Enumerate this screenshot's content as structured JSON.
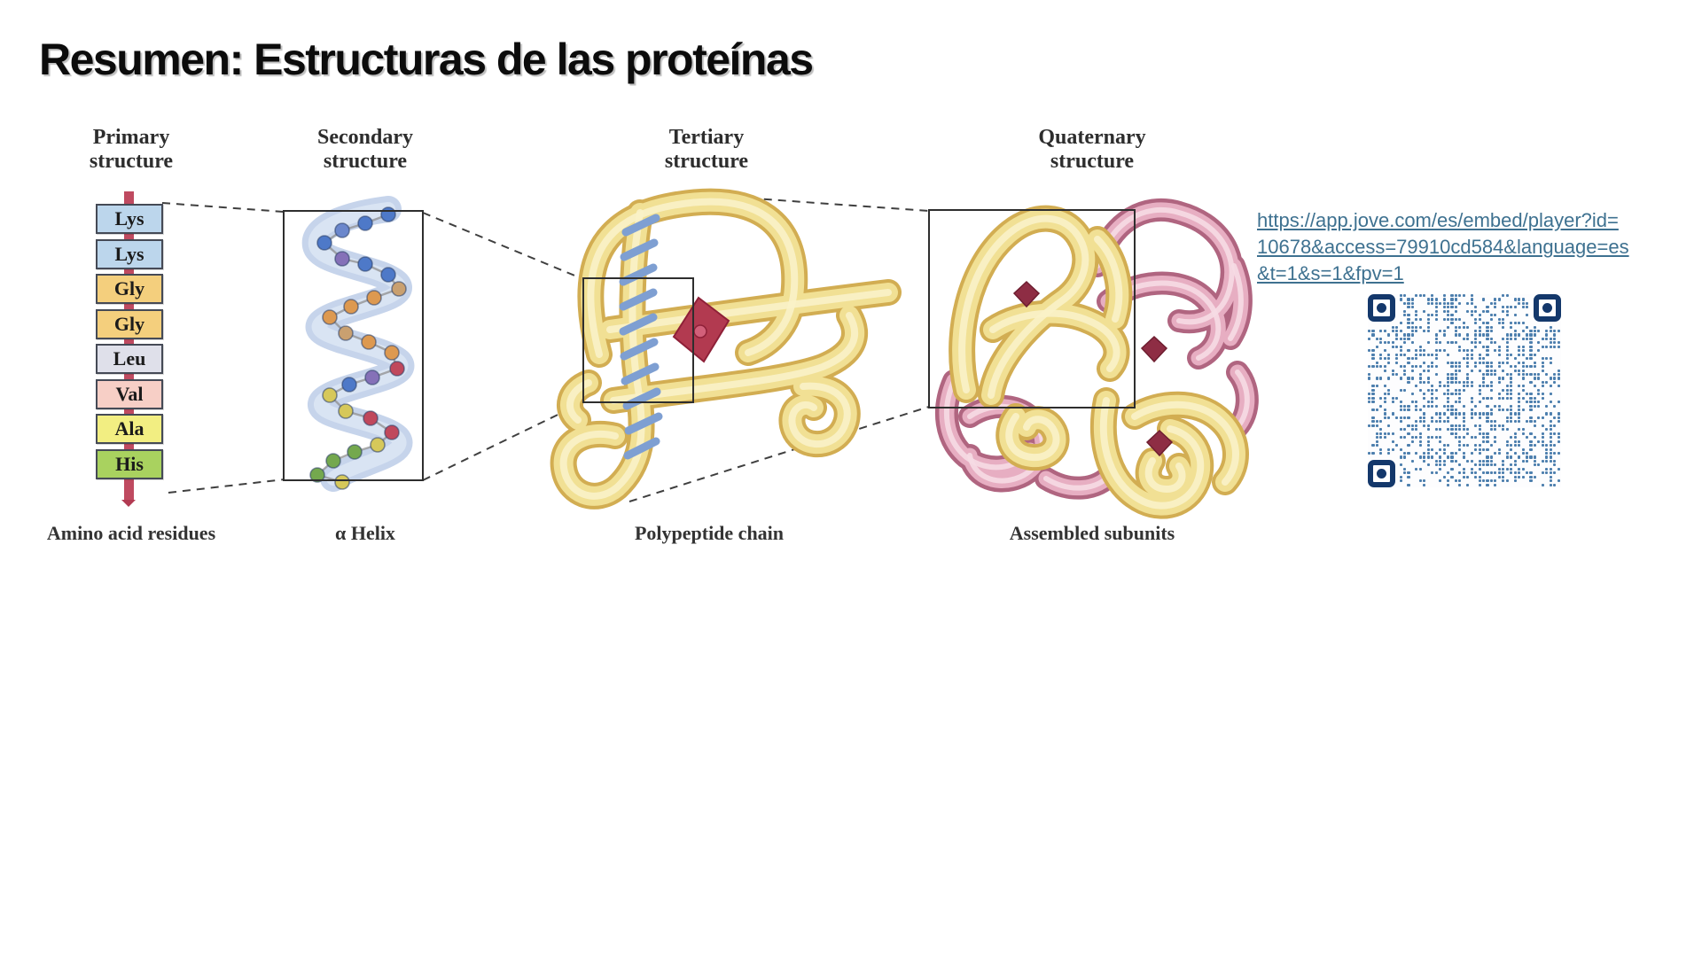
{
  "slide": {
    "title": "Resumen: Estructuras de las proteínas",
    "background": "#ffffff"
  },
  "figure": {
    "columns": [
      {
        "id": "primary",
        "header_top": "Primary",
        "header_bottom": "structure",
        "caption": "Amino acid residues"
      },
      {
        "id": "secondary",
        "header_top": "Secondary",
        "header_bottom": "structure",
        "caption": "α Helix"
      },
      {
        "id": "tertiary",
        "header_top": "Tertiary",
        "header_bottom": "structure",
        "caption": "Polypeptide chain"
      },
      {
        "id": "quaternary",
        "header_top": "Quaternary",
        "header_bottom": "structure",
        "caption": "Assembled subunits"
      }
    ],
    "amino_acids": [
      {
        "label": "Lys",
        "color": "#bcd6ec"
      },
      {
        "label": "Lys",
        "color": "#bcd6ec"
      },
      {
        "label": "Gly",
        "color": "#f4cf7d"
      },
      {
        "label": "Gly",
        "color": "#f4cf7d"
      },
      {
        "label": "Leu",
        "color": "#dfe0ea"
      },
      {
        "label": "Val",
        "color": "#f7cfc6"
      },
      {
        "label": "Ala",
        "color": "#f2ee82"
      },
      {
        "label": "His",
        "color": "#a9d25f"
      }
    ],
    "backbone_color": "#bf4a60"
  },
  "link": {
    "url": "https://app.jove.com/es/embed/player?id=10678&access=79910cd584&language=es&t=1&s=1&fpv=1",
    "lines": [
      "https://app.jove.com/es/embed/player?id=",
      "10678&access=79910cd584&language=es",
      "&t=1&s=1&fpv=1"
    ],
    "color": "#3e7190"
  },
  "qr": {
    "module_color": "#4d7fae",
    "finder_color": "#14386b",
    "modules": 49
  }
}
